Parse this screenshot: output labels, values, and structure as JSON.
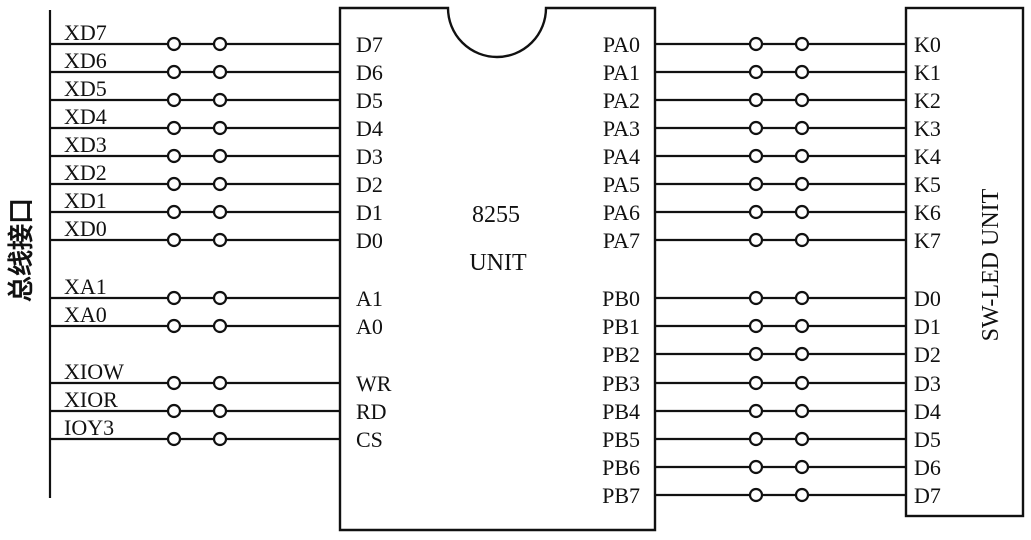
{
  "bus_label": "总线接口",
  "chip": {
    "title": "8255",
    "subtitle": "UNIT"
  },
  "sw_led": {
    "title": "SW-LED  UNIT"
  },
  "bus_signals": [
    {
      "bus": "XD7",
      "pin": "D7"
    },
    {
      "bus": "XD6",
      "pin": "D6"
    },
    {
      "bus": "XD5",
      "pin": "D5"
    },
    {
      "bus": "XD4",
      "pin": "D4"
    },
    {
      "bus": "XD3",
      "pin": "D3"
    },
    {
      "bus": "XD2",
      "pin": "D2"
    },
    {
      "bus": "XD1",
      "pin": "D1"
    },
    {
      "bus": "XD0",
      "pin": "D0"
    },
    {
      "bus": "XA1",
      "pin": "A1"
    },
    {
      "bus": "XA0",
      "pin": "A0"
    },
    {
      "bus": "XIOW",
      "pin": "WR"
    },
    {
      "bus": "XIOR",
      "pin": "RD"
    },
    {
      "bus": "IOY3",
      "pin": "CS"
    }
  ],
  "port_a": [
    {
      "port": "PA0",
      "target": "K0"
    },
    {
      "port": "PA1",
      "target": "K1"
    },
    {
      "port": "PA2",
      "target": "K2"
    },
    {
      "port": "PA3",
      "target": "K3"
    },
    {
      "port": "PA4",
      "target": "K4"
    },
    {
      "port": "PA5",
      "target": "K5"
    },
    {
      "port": "PA6",
      "target": "K6"
    },
    {
      "port": "PA7",
      "target": "K7"
    }
  ],
  "port_b": [
    {
      "port": "PB0",
      "target": "D0"
    },
    {
      "port": "PB1",
      "target": "D1"
    },
    {
      "port": "PB2",
      "target": "D2"
    },
    {
      "port": "PB3",
      "target": "D3"
    },
    {
      "port": "PB4",
      "target": "D4"
    },
    {
      "port": "PB5",
      "target": "D5"
    },
    {
      "port": "PB6",
      "target": "D6"
    },
    {
      "port": "PB7",
      "target": "D7"
    }
  ]
}
